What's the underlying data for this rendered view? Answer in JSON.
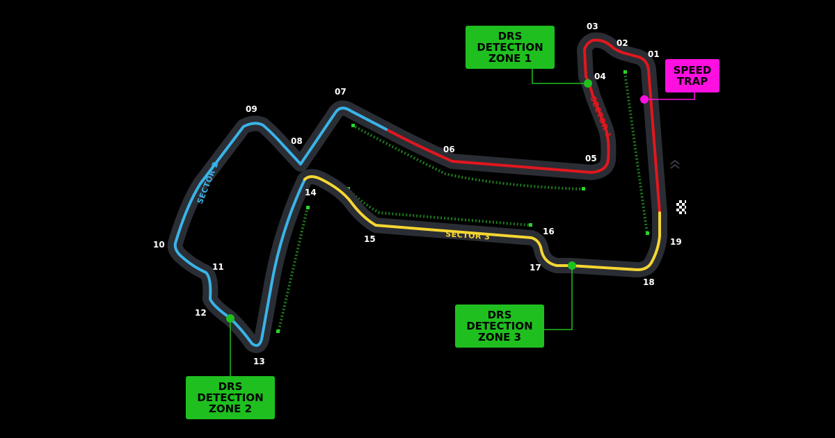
{
  "map": {
    "turns": [
      "01",
      "02",
      "03",
      "04",
      "05",
      "06",
      "07",
      "08",
      "09",
      "10",
      "11",
      "12",
      "13",
      "14",
      "15",
      "16",
      "17",
      "18",
      "19"
    ],
    "sectors": [
      {
        "label": "SECTOR 1",
        "color": "#e1171e"
      },
      {
        "label": "SECTOR 2",
        "color": "#3ab4e8"
      },
      {
        "label": "SECTOR 3",
        "color": "#f5d633"
      }
    ],
    "drs_zones": [
      {
        "label": "DRS\nDETECTION\nZONE 1"
      },
      {
        "label": "DRS\nDETECTION\nZONE 2"
      },
      {
        "label": "DRS\nDETECTION\nZONE 3"
      }
    ],
    "speed_trap": {
      "label": "SPEED\nTRAP",
      "color": "#ff10e0"
    },
    "colors": {
      "drs": "#1fbf1f",
      "track_outline": "#2a2d33",
      "background": "#000000"
    },
    "icons": [
      "direction-chevron-icon",
      "chequered-flag-icon"
    ]
  }
}
